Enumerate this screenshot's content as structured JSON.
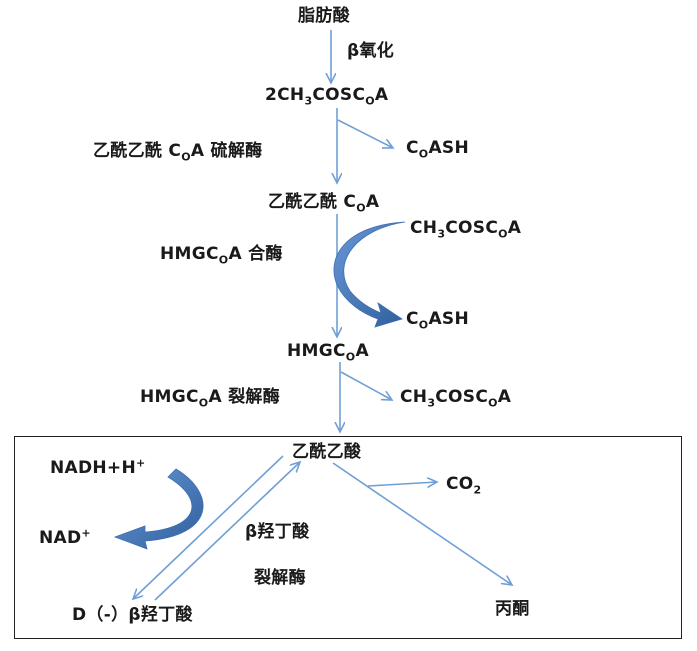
{
  "colors": {
    "thin_arrow": "#6f9fd6",
    "block_arrow": "#4f81c3",
    "block_arrow_dark": "#2f5e9c",
    "text": "#1a1a1a",
    "frame": "#222222"
  },
  "nodes": {
    "fatty_acid": "脂肪酸",
    "beta_oxidation": "β氧化",
    "acetyl_coa_x2": {
      "prefix": "2CH",
      "sub1": "3",
      "mid": "COSC",
      "sub2": "O",
      "suffix": "A"
    },
    "thiolase": {
      "prefix": "乙酰乙酰 C",
      "sub": "O",
      "suffix": "A 硫解酶"
    },
    "coash_1": {
      "prefix": "C",
      "sub": "O",
      "suffix": "ASH"
    },
    "acetoacetyl_coa": {
      "prefix": "乙酰乙酰 C",
      "sub": "O",
      "suffix": "A"
    },
    "acetyl_coa_in": {
      "prefix": "CH",
      "sub1": "3",
      "mid": "COSC",
      "sub2": "O",
      "suffix": "A"
    },
    "hmg_synthase": {
      "prefix": "HMGC",
      "sub": "O",
      "suffix": "A 合酶"
    },
    "coash_2": {
      "prefix": "C",
      "sub": "O",
      "suffix": "ASH"
    },
    "hmg_coa": {
      "prefix": "HMGC",
      "sub": "O",
      "suffix": "A"
    },
    "hmg_lyase": {
      "prefix": "HMGC",
      "sub": "O",
      "suffix": "A 裂解酶"
    },
    "acetyl_coa_out": {
      "prefix": "CH",
      "sub1": "3",
      "mid": "COSC",
      "sub2": "O",
      "suffix": "A"
    },
    "acetoacetate": "乙酰乙酸",
    "nadh": {
      "text": "NADH+H",
      "sup": "+"
    },
    "nad": {
      "text": "NAD",
      "sup": "+"
    },
    "co2": {
      "text": "CO",
      "sub": "2"
    },
    "hydroxybutyrate_enzyme_1": "β羟丁酸",
    "hydroxybutyrate_enzyme_2": "裂解酶",
    "d_hydroxybutyrate": "D（-）β羟丁酸",
    "acetone": "丙酮"
  }
}
